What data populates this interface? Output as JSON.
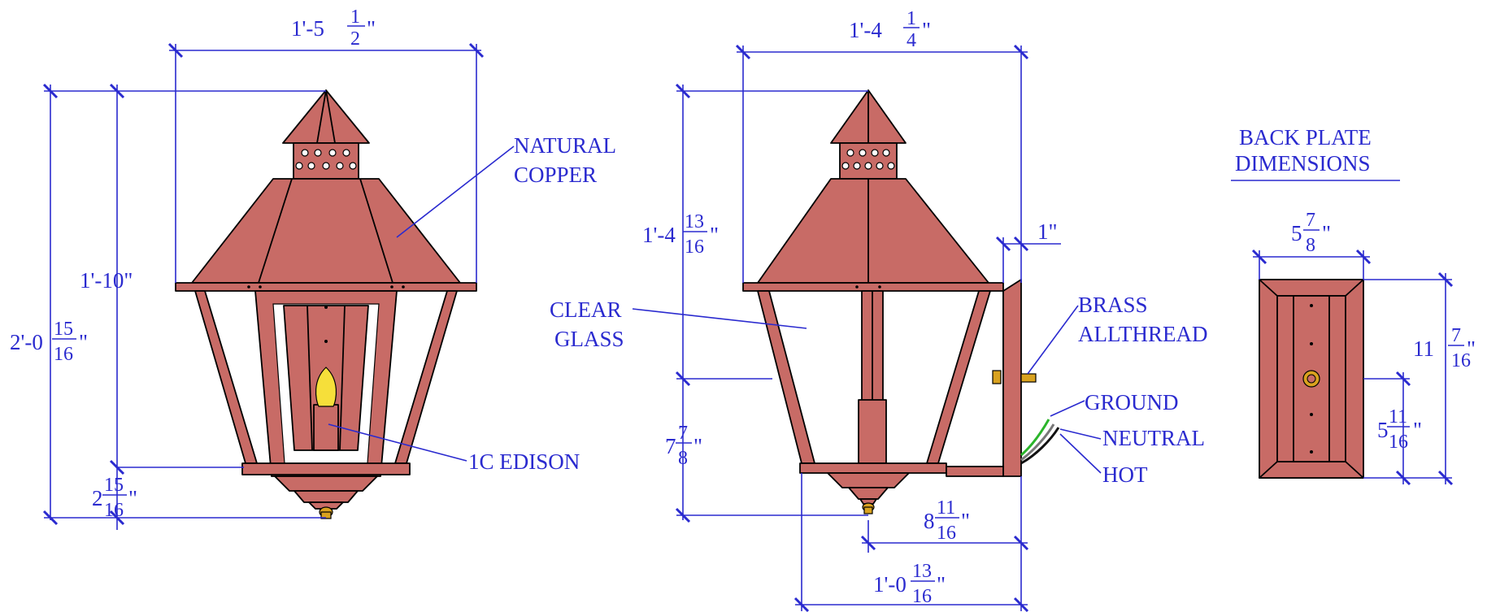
{
  "colors": {
    "dimension_lines": "#2a2acf",
    "copper": "#c86b66",
    "brass": "#d9a21f",
    "bulb": "#f6df3a",
    "ground_wire": "#2bb52b",
    "hot_wire": "#111111",
    "neutral_wire": "#f0f0f0"
  },
  "front_view": {
    "width_dim": {
      "whole": "1'-5",
      "num": "1",
      "den": "2",
      "unit": "\""
    },
    "overall_height_dim": {
      "whole": "2'-0",
      "num": "15",
      "den": "16",
      "unit": "\""
    },
    "body_height_dim": {
      "text": "1'-10\""
    },
    "finial_dim": {
      "whole": "2",
      "num": "15",
      "den": "16",
      "unit": "\""
    },
    "label_material": [
      "NATURAL",
      "COPPER"
    ],
    "label_bulb": "1C EDISON"
  },
  "side_view": {
    "width_dim": {
      "whole": "1'-4",
      "num": "1",
      "den": "4",
      "unit": "\""
    },
    "upper_height_dim": {
      "whole": "1'-4",
      "num": "13",
      "den": "16",
      "unit": "\""
    },
    "lower_height_dim": {
      "whole": "7",
      "num": "7",
      "den": "8",
      "unit": "\""
    },
    "bracket_dim": {
      "text": "1\""
    },
    "wall_to_center_dim": {
      "whole": "8",
      "num": "11",
      "den": "16",
      "unit": "\""
    },
    "bottom_depth_dim": {
      "whole": "1'-0",
      "num": "13",
      "den": "16",
      "unit": "\""
    },
    "label_glass": [
      "CLEAR",
      "GLASS"
    ],
    "label_allthread": [
      "BRASS",
      "ALLTHREAD"
    ],
    "label_ground": "GROUND",
    "label_neutral": "NEUTRAL",
    "label_hot": "HOT"
  },
  "back_plate": {
    "title": [
      "BACK PLATE",
      "DIMENSIONS"
    ],
    "width_dim": {
      "whole": "5",
      "num": "7",
      "den": "8",
      "unit": "\""
    },
    "height_dim": {
      "whole": "11",
      "num": "7",
      "den": "16",
      "unit": "\""
    },
    "mount_height_dim": {
      "whole": "5",
      "num": "11",
      "den": "16",
      "unit": "\""
    }
  }
}
